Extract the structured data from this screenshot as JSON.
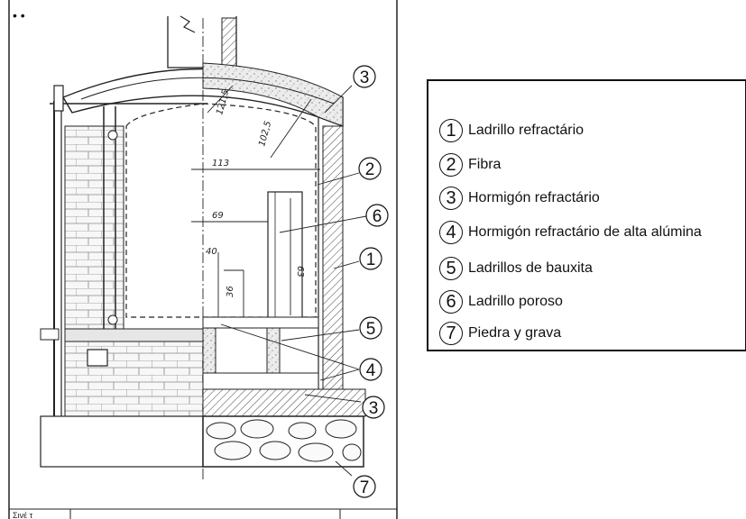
{
  "legend": {
    "items": [
      {
        "num": "1",
        "label": "Ladrillo refractário"
      },
      {
        "num": "2",
        "label": "Fibra"
      },
      {
        "num": "3",
        "label": "Hormigón refractário"
      },
      {
        "num": "4",
        "label": "Hormigón refractário de alta alúmina"
      },
      {
        "num": "5",
        "label": "Ladrillos de bauxita"
      },
      {
        "num": "6",
        "label": "Ladrillo poroso"
      },
      {
        "num": "7",
        "label": "Piedra y grava"
      }
    ]
  },
  "drawing": {
    "callouts": [
      "3",
      "2",
      "6",
      "1",
      "5",
      "4",
      "3",
      "7"
    ],
    "dimensions": {
      "d1": "121,5",
      "d2": "102,5",
      "d3": "113",
      "d4": "69",
      "d5": "63",
      "d6": "40",
      "d7": "36"
    },
    "title_block_text": "Σινέ τ"
  }
}
